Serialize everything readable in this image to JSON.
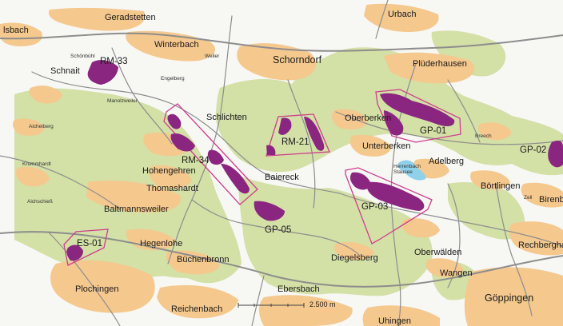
{
  "towns": {
    "geradstetten": "Geradstetten",
    "urbach": "Urbach",
    "lsbach": "lsbach",
    "winterbach": "Winterbach",
    "schornbach": "Schönbühl",
    "weiler": "Weiler",
    "schorndorf": "Schorndorf",
    "pluederhausen": "Plüderhausen",
    "schnait": "Schnait",
    "engelberg": "Engelberg",
    "manolzweiler": "Manolzweiler",
    "aichelberg": "Aichelberg",
    "schlichten": "Schlichten",
    "oberberken": "Oberberken",
    "breech": "Breech",
    "unterberken": "Unterberken",
    "krummhardt": "Krummhardt",
    "hohengehren": "Hohengehren",
    "herrenbach_stausee": "Herrenbach Stausee",
    "adelberg": "Adelberg",
    "baiereck": "Baiereck",
    "thomashardt": "Thomashardt",
    "aichschiess": "Aichschieß",
    "boertlingen": "Börtlingen",
    "zell": "Zell",
    "birenbach": "Birenbach",
    "baltmannsweiler": "Baltmannsweiler",
    "hegenlohe": "Hegenlohe",
    "oberwaelden": "Oberwälden",
    "rechberghausen": "Rechberghaus",
    "buechenbronn": "Büchenbronn",
    "diegelsberg": "Diegelsberg",
    "wangen": "Wangen",
    "plochingen": "Plochingen",
    "ebersbach": "Ebersbach",
    "reichenbach": "Reichenbach",
    "goeppingen": "Göppingen",
    "uhingen": "Uhingen"
  },
  "areas": {
    "rm33": "RM-33",
    "gp01": "GP-01",
    "rm21": "RM-21",
    "gp02": "GP-02",
    "rm34": "RM-34",
    "gp03": "GP-03",
    "gp05": "GP-05",
    "es01": "ES-01"
  },
  "scale": {
    "label": "2.500 m"
  },
  "colors": {
    "forest": "#d3e0a6",
    "settlement": "#f5c88e",
    "zone": "#8a2680",
    "outline": "#cf3e8e",
    "road": "#8d8d8d",
    "water": "#8fd1ea"
  }
}
